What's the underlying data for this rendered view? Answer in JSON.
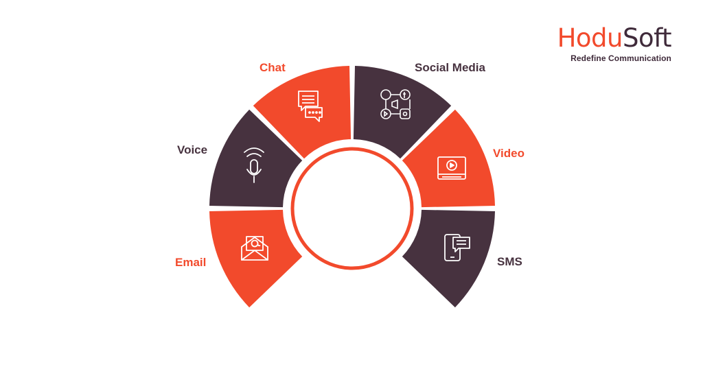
{
  "brand": {
    "name_part1": "Hodu",
    "name_part2": "Soft",
    "tagline": "Redefine Communication"
  },
  "colors": {
    "accent": "#f24a2c",
    "dark": "#47323f",
    "background": "#ffffff"
  },
  "segments": [
    {
      "label": "Email",
      "icon": "email-icon",
      "color": "accent"
    },
    {
      "label": "Voice",
      "icon": "microphone-icon",
      "color": "dark"
    },
    {
      "label": "Chat",
      "icon": "chat-icon",
      "color": "accent"
    },
    {
      "label": "Social Media",
      "icon": "social-media-icon",
      "color": "dark"
    },
    {
      "label": "Video",
      "icon": "video-icon",
      "color": "accent"
    },
    {
      "label": "SMS",
      "icon": "sms-icon",
      "color": "dark"
    }
  ]
}
